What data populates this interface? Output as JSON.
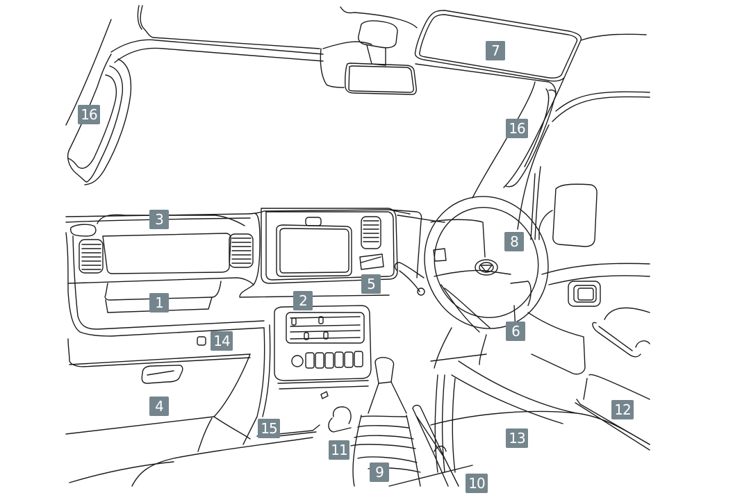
{
  "diagram": {
    "title": "Vehicle interior overview (cab, right-hand drive)",
    "badge_color": "#74858d",
    "badge_text_color": "#ffffff",
    "callouts": [
      {
        "id": "b1",
        "label": "1",
        "part": "glove-box"
      },
      {
        "id": "b2",
        "label": "2",
        "part": "audio-unit"
      },
      {
        "id": "b3",
        "label": "3",
        "part": "dashboard-tray"
      },
      {
        "id": "b4",
        "label": "4",
        "part": "lower-glove-compartment"
      },
      {
        "id": "b5",
        "label": "5",
        "part": "center-vent-switch"
      },
      {
        "id": "b6",
        "label": "6",
        "part": "steering-column-lever"
      },
      {
        "id": "b7",
        "label": "7",
        "part": "sun-visor"
      },
      {
        "id": "b8",
        "label": "8",
        "part": "combination-switch"
      },
      {
        "id": "b9",
        "label": "9",
        "part": "shift-lever"
      },
      {
        "id": "b10",
        "label": "10",
        "part": "parking-brake-lever"
      },
      {
        "id": "b11",
        "label": "11",
        "part": "cup-holder"
      },
      {
        "id": "b12",
        "label": "12",
        "part": "door-pocket"
      },
      {
        "id": "b13",
        "label": "13",
        "part": "driver-seat"
      },
      {
        "id": "b14",
        "label": "14",
        "part": "passenger-switch"
      },
      {
        "id": "b15",
        "label": "15",
        "part": "console-tray"
      },
      {
        "id": "b16a",
        "label": "16",
        "part": "assist-grip-left"
      },
      {
        "id": "b16b",
        "label": "16",
        "part": "assist-grip-right"
      }
    ]
  }
}
